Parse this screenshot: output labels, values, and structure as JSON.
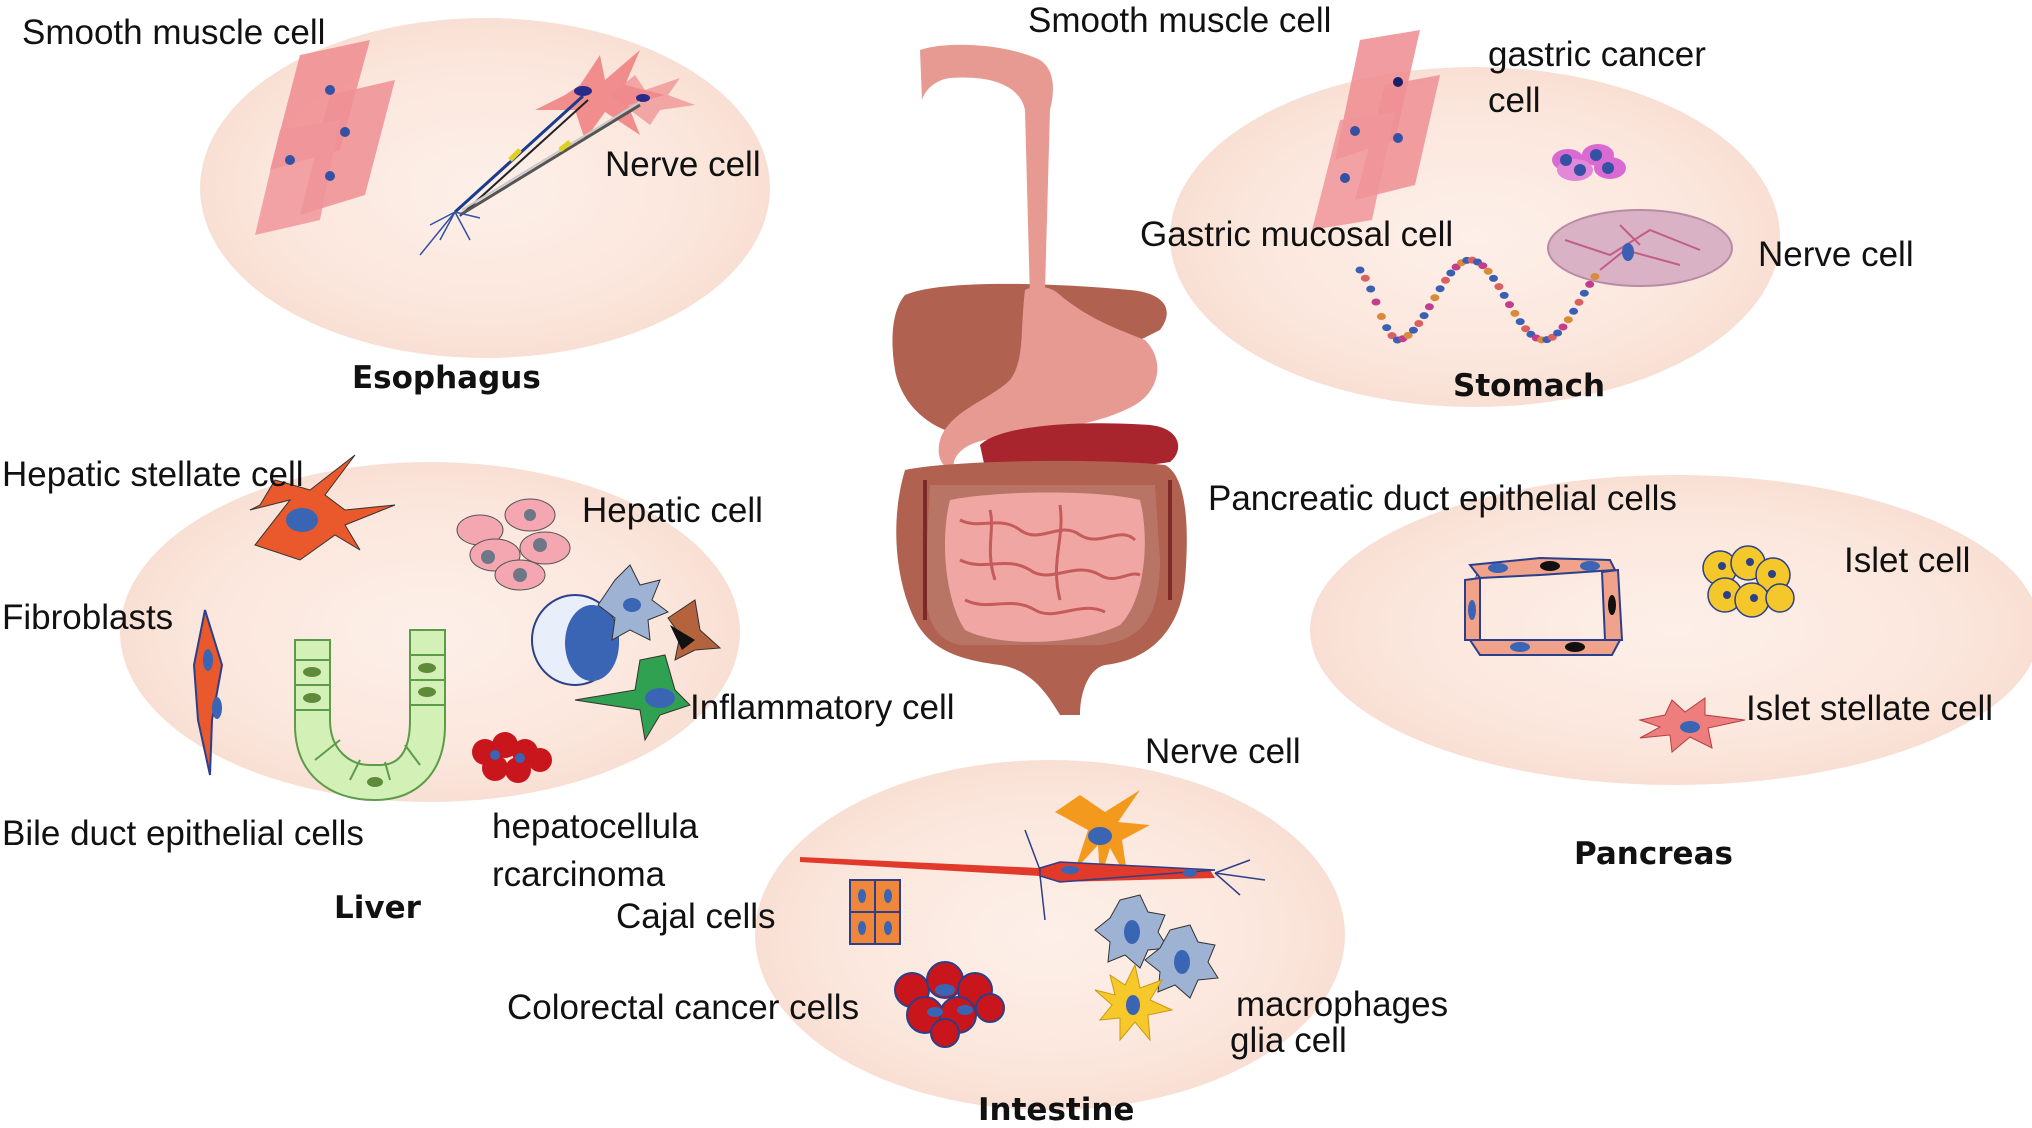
{
  "regions": {
    "esophagus": {
      "organ": "Esophagus",
      "cells": [
        "Smooth muscle cell",
        "Nerve cell"
      ]
    },
    "stomach": {
      "organ": "Stomach",
      "cells": [
        "gastric cancer",
        "cell",
        "Gastric mucosal cell",
        "Nerve cell"
      ]
    },
    "center": {
      "cells": [
        "Smooth muscle cell"
      ]
    },
    "liver": {
      "organ": "Liver",
      "cells": [
        "Hepatic stellate cell",
        "Hepatic cell",
        "Fibroblasts",
        "Inflammatory cell",
        "Bile duct epithelial cells",
        "hepatocellula",
        "rcarcinoma"
      ]
    },
    "pancreas": {
      "organ": "Pancreas",
      "cells": [
        "Pancreatic duct epithelial cells",
        "Islet cell",
        "Islet stellate cell"
      ]
    },
    "intestine": {
      "organ": "Intestine",
      "cells": [
        "Nerve cell",
        "Cajal cells",
        "Colorectal cancer cells",
        "macrophages",
        "glia cell"
      ]
    }
  }
}
